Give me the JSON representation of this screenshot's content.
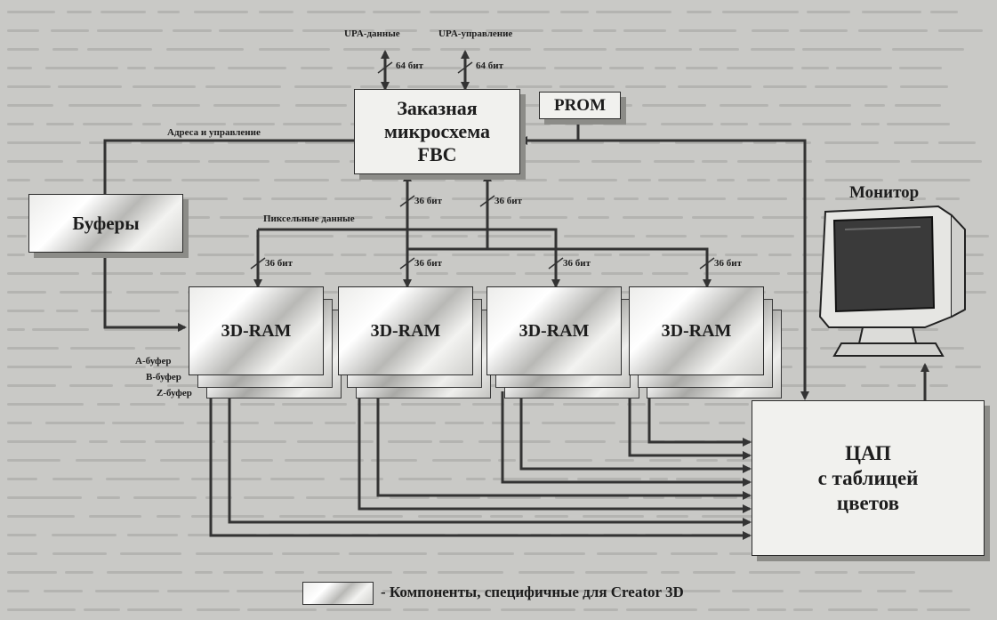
{
  "top_buses": {
    "upa_data": "UPA-данные",
    "upa_control": "UPA-управление",
    "width_64": "64 бит"
  },
  "fbc": {
    "line1": "Заказная",
    "line2": "микросхема",
    "line3": "FBC"
  },
  "prom": "PROM",
  "address_control": "Адреса и управление",
  "buffers": "Буферы",
  "pixel_data": "Пиксельные данные",
  "width_36": "36 бит",
  "monitor": "Монитор",
  "ram_label": "3D-RAM",
  "buffer_labels": {
    "a": "А-буфер",
    "b": "В-буфер",
    "z": "Z-буфер"
  },
  "dac": {
    "line1": "ЦАП",
    "line2": "с таблицей",
    "line3": "цветов"
  },
  "legend": "- Компоненты, специфичные для Creator 3D"
}
